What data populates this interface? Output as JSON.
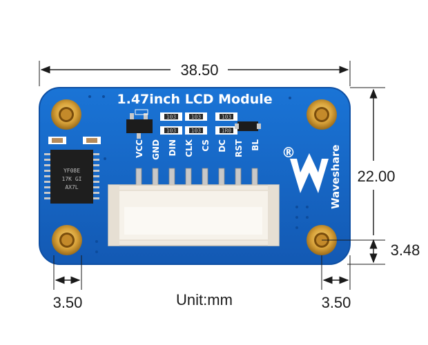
{
  "figure": {
    "board_title": "1.47inch LCD Module",
    "brand": "Waveshare",
    "registered_mark": "®",
    "unit_label": "Unit:mm"
  },
  "dimensions": {
    "width": "38.50",
    "height": "22.00",
    "hole_offset_bottom": "3.48",
    "hole_offset_left": "3.50",
    "hole_offset_right": "3.50"
  },
  "pins": [
    "VCC",
    "GND",
    "DIN",
    "CLK",
    "CS",
    "DC",
    "RST",
    "BL"
  ],
  "components": {
    "chip_marking_1": "YF08E",
    "chip_marking_2": "17K GI",
    "chip_marking_3": "AX7L",
    "resistor_1": "103",
    "resistor_2": "103",
    "resistor_3": "103",
    "resistor_4": "103",
    "resistor_5": "103",
    "cap_label": "1R0"
  },
  "colors": {
    "pcb": "#1668c8",
    "pcb_edge": "#0e4fa3",
    "gold": "#d8a23a",
    "connector": "#f1ece4",
    "silkscreen": "#ffffff",
    "dimension_line": "#1a1a1a"
  }
}
